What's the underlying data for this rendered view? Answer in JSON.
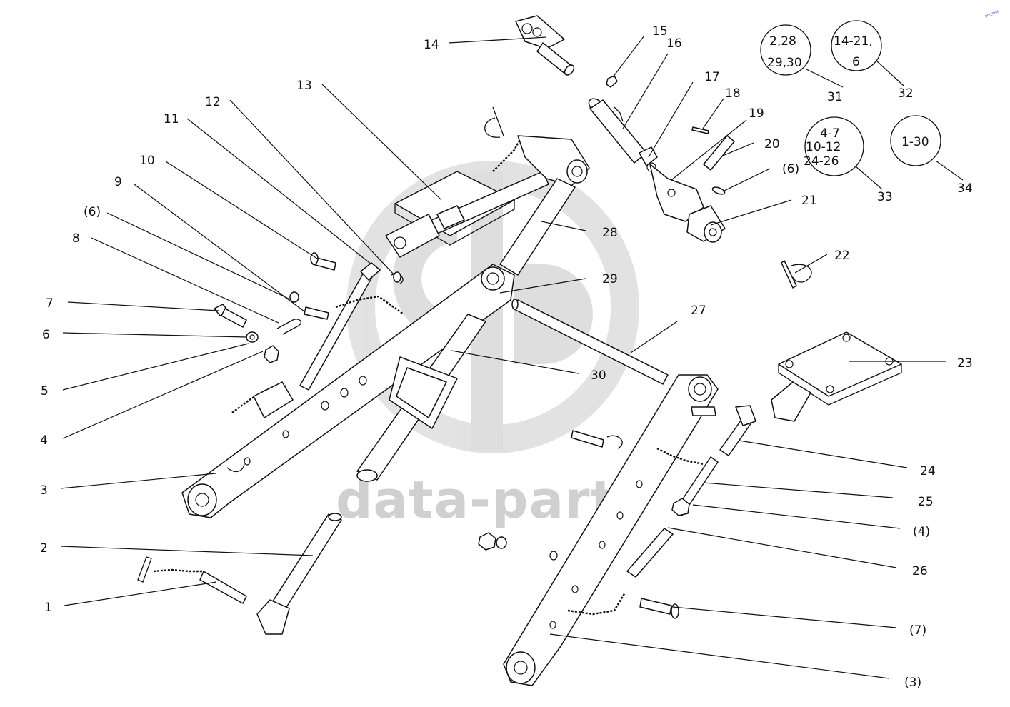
{
  "watermark": {
    "text": "data-parts",
    "color": "#d9d9d9"
  },
  "corner_mark": "gin_mse",
  "callouts": [
    {
      "id": "1",
      "text": "1"
    },
    {
      "id": "2",
      "text": "2"
    },
    {
      "id": "3",
      "text": "3"
    },
    {
      "id": "4",
      "text": "4"
    },
    {
      "id": "5",
      "text": "5"
    },
    {
      "id": "6",
      "text": "6"
    },
    {
      "id": "7",
      "text": "7"
    },
    {
      "id": "8",
      "text": "8"
    },
    {
      "id": "6b",
      "text": "(6)"
    },
    {
      "id": "9",
      "text": "9"
    },
    {
      "id": "10",
      "text": "10"
    },
    {
      "id": "11",
      "text": "11"
    },
    {
      "id": "12",
      "text": "12"
    },
    {
      "id": "13",
      "text": "13"
    },
    {
      "id": "14",
      "text": "14"
    },
    {
      "id": "15",
      "text": "15"
    },
    {
      "id": "16",
      "text": "16"
    },
    {
      "id": "17",
      "text": "17"
    },
    {
      "id": "18",
      "text": "18"
    },
    {
      "id": "19",
      "text": "19"
    },
    {
      "id": "20",
      "text": "20"
    },
    {
      "id": "6c",
      "text": "(6)"
    },
    {
      "id": "21",
      "text": "21"
    },
    {
      "id": "22",
      "text": "22"
    },
    {
      "id": "23",
      "text": "23"
    },
    {
      "id": "24",
      "text": "24"
    },
    {
      "id": "25",
      "text": "25"
    },
    {
      "id": "4b",
      "text": "(4)"
    },
    {
      "id": "26",
      "text": "26"
    },
    {
      "id": "7b",
      "text": "(7)"
    },
    {
      "id": "3b",
      "text": "(3)"
    },
    {
      "id": "27",
      "text": "27"
    },
    {
      "id": "28",
      "text": "28"
    },
    {
      "id": "29",
      "text": "29"
    },
    {
      "id": "30",
      "text": "30"
    }
  ],
  "groups": [
    {
      "id": "31",
      "lines": [
        "2,28",
        "29,30"
      ],
      "number": "31"
    },
    {
      "id": "32",
      "lines": [
        "14-21,",
        "6"
      ],
      "number": "32"
    },
    {
      "id": "33",
      "lines": [
        "4-7",
        "10-12",
        "24-26"
      ],
      "number": "33"
    },
    {
      "id": "34",
      "lines": [
        "1-30"
      ],
      "number": "34"
    }
  ]
}
